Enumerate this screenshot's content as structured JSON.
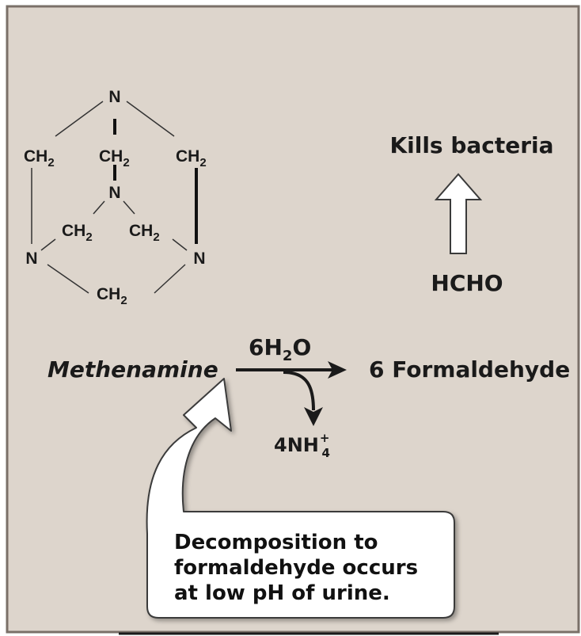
{
  "structure": {
    "atom_n": "N",
    "atom_ch": "CH",
    "subscript_2": "2"
  },
  "labels": {
    "kills_bacteria": "Kills bacteria",
    "hcho": "HCHO",
    "methenamine": "Methenamine",
    "reagent_main": "6H",
    "reagent_sub": "2",
    "reagent_tail": "O",
    "product": "6 Formaldehyde",
    "byproduct_main": "4NH",
    "byproduct_sub": "4",
    "byproduct_sup": "+"
  },
  "note": {
    "line1": "Decomposition to",
    "line2": "formaldehyde occurs",
    "line3": "at low pH of urine."
  },
  "colors": {
    "panel": "#ddd5cc",
    "border": "#7a7068",
    "text": "#1a1a1a",
    "arrow_fill": "#ffffff",
    "arrow_stroke": "#3a3a3a"
  }
}
